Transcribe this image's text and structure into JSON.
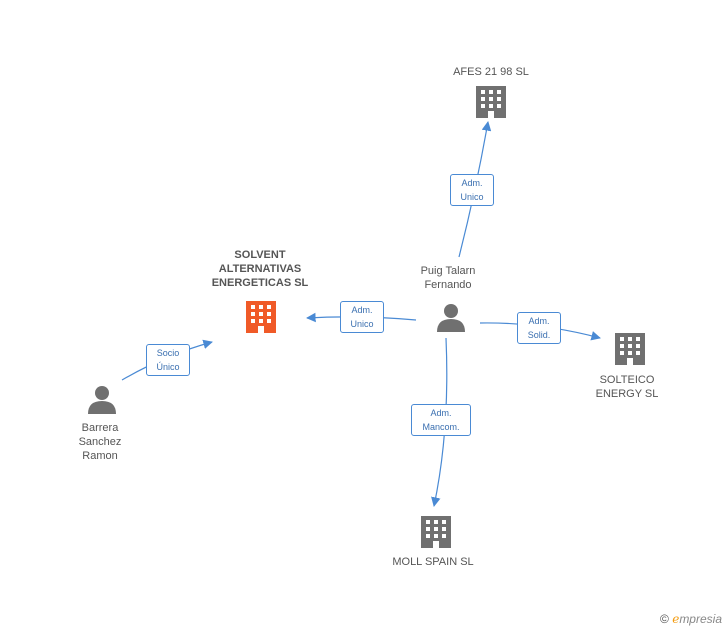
{
  "colors": {
    "edge": "#4a8ad4",
    "company": "#707070",
    "company_main": "#f05a28",
    "person": "#707070"
  },
  "nodes": {
    "solvent": {
      "label": "SOLVENT\nALTERNATIVAS\nENERGETICAS SL",
      "icon": "building-icon"
    },
    "afes": {
      "label": "AFES 21 98 SL",
      "icon": "building-icon"
    },
    "solteico": {
      "label": "SOLTEICO\nENERGY SL",
      "icon": "building-icon"
    },
    "moll": {
      "label": "MOLL SPAIN SL",
      "icon": "building-icon"
    },
    "puig": {
      "label": "Puig Talarn\nFernando",
      "icon": "person-icon"
    },
    "barrera": {
      "label": "Barrera\nSanchez\nRamon",
      "icon": "person-icon"
    }
  },
  "edges": {
    "barrera_solvent": "Socio\nÚnico",
    "puig_solvent": "Adm.\nUnico",
    "puig_afes": "Adm.\nUnico",
    "puig_solteico": "Adm.\nSolid.",
    "puig_moll": "Adm.\nMancom."
  },
  "footer": {
    "copyright_symbol": "©",
    "brand_initial": "e",
    "brand_rest": "mpresia"
  }
}
